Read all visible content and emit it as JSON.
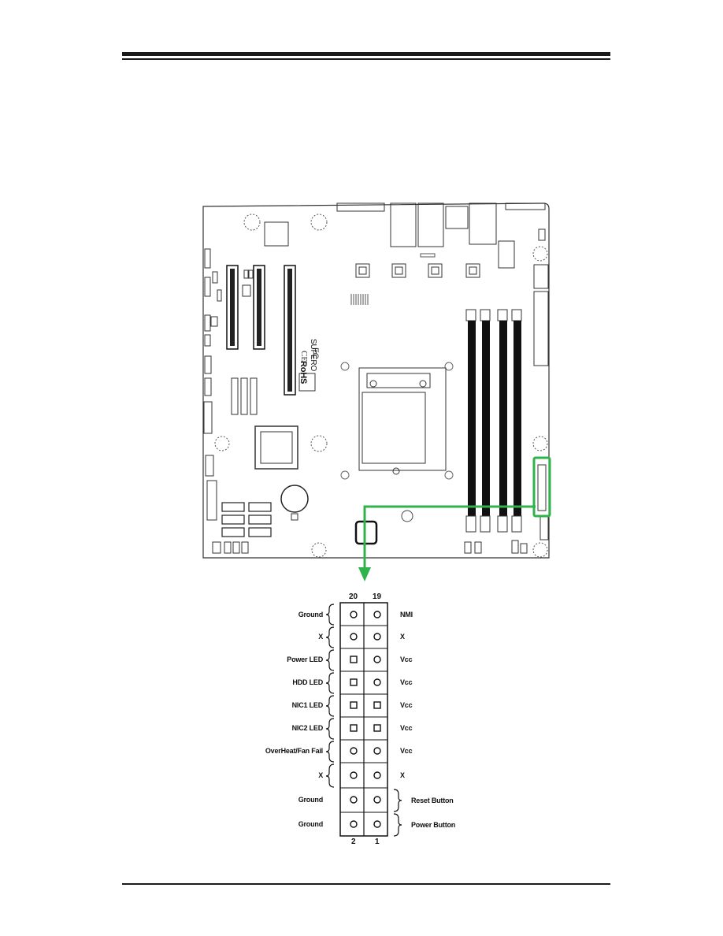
{
  "board": {
    "marks": [
      "RoHS",
      "SUPERO"
    ]
  },
  "header": {
    "pin_top_left": "20",
    "pin_top_right": "19",
    "pin_bottom_left": "2",
    "pin_bottom_right": "1"
  },
  "left_labels": [
    "Ground",
    "X",
    "Power LED",
    "HDD LED",
    "NIC1 LED",
    "NIC2 LED",
    "OverHeat/Fan Fail",
    "X",
    "Ground",
    "Ground"
  ],
  "right_labels": [
    "NMI",
    "X",
    "Vcc",
    "Vcc",
    "Vcc",
    "Vcc",
    "Vcc",
    "X"
  ],
  "buttons": [
    "Reset Button",
    "Power Button"
  ],
  "colors": {
    "highlight": "#2fb34a",
    "line": "#1a1a1a"
  }
}
